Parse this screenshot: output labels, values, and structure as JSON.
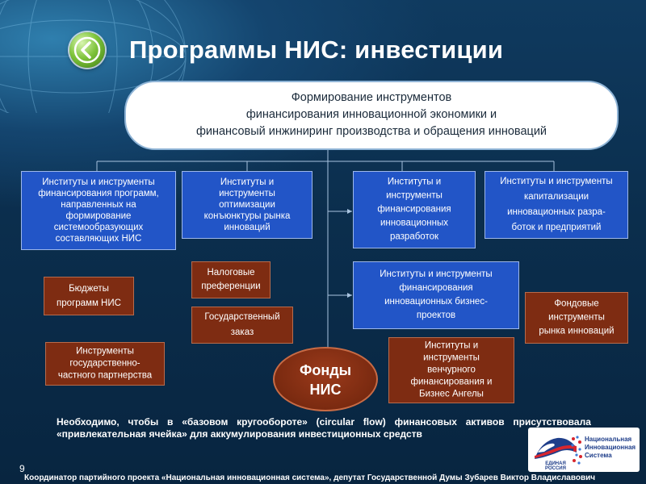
{
  "title": "Программы НИС: инвестиции",
  "top_box": [
    "Формирование инструментов",
    "финансирования инновационной экономики и",
    "финансовый инжиниринг производства и обращения инноваций"
  ],
  "boxes": {
    "b1": [
      "Институты и инструменты",
      "финансирования программ,",
      "направленных на",
      "формирование",
      "системообразующих",
      "составляющих НИС"
    ],
    "b2": [
      "Институты и",
      "инструменты",
      "оптимизации",
      "конъюнктуры рынка",
      "инноваций"
    ],
    "b3": [
      "Институты и",
      "инструменты",
      "финансирования",
      "инновационных",
      "разработок"
    ],
    "b4": [
      "Институты и инструменты",
      "капитализации",
      "инновационных разра-",
      "боток и предприятий"
    ],
    "b5": [
      "Институты и инструменты",
      "финансирования",
      "инновационных бизнес-",
      "проектов"
    ],
    "budzhety": [
      "Бюджеты",
      "программ НИС"
    ],
    "nalog": [
      "Налоговые",
      "преференции"
    ],
    "goszakaz": [
      "Государственный",
      "заказ"
    ],
    "gchp": [
      "Инструменты",
      "государственно-",
      "частного партнерства"
    ],
    "venture": [
      "Институты и",
      "инструменты",
      "венчурного",
      "финансирования и",
      "Бизнес Ангелы"
    ],
    "fond_market": [
      "Фондовые",
      "инструменты",
      "рынка инноваций"
    ]
  },
  "fondy": [
    "Фонды",
    "НИС"
  ],
  "note": {
    "line1_words": [
      "Необходимо,",
      "чтобы",
      "в",
      "«базовом",
      "кругообороте»",
      "(circular",
      "flow)",
      "финансовых",
      "активов",
      "присутствовала"
    ],
    "line2": "«привлекательная ячейка» для аккумулирования инвестиционных средств"
  },
  "page_number": "9",
  "footer": "Координатор партийного проекта «Национальная инновационная система», депутат Государственной Думы Зубарев Виктор Владиславович",
  "logo": {
    "party": [
      "ЕДИНАЯ",
      "РОССИЯ"
    ],
    "system": [
      "Национальная",
      "Инновационная",
      "Система"
    ]
  },
  "colors": {
    "blue_box": "#2255c7",
    "brown_box": "#7e2c12",
    "background": "#0b2e4d",
    "button_green": "#7ec33a"
  }
}
